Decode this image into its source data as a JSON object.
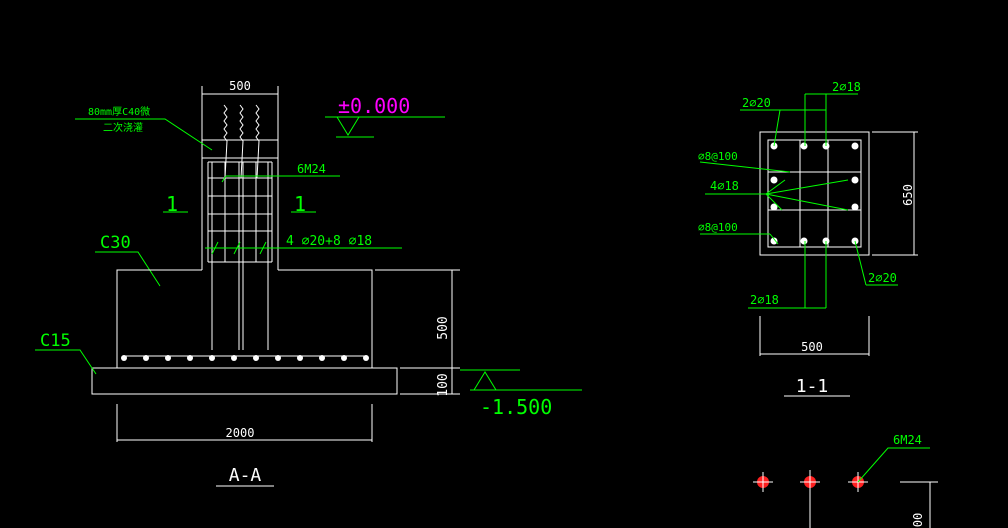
{
  "colors": {
    "background": "#000000",
    "line": "#ffffff",
    "annotation": "#00ff00",
    "elevation_top": "#ff00ff",
    "anchor": "#ff2020"
  },
  "section_aa": {
    "title": "A-A",
    "top_width_dim": "500",
    "grout_note_line1": "80mm厚C40微",
    "grout_note_line2": "二次浇灌",
    "elevation_top": "±0.000",
    "anchor_bolts": "6M24",
    "cut_mark_left": "1",
    "cut_mark_right": "1",
    "pier_rebar": "4 ⌀20+8 ⌀18",
    "concrete_grade": "C30",
    "base_height_dim": "500",
    "blinding_height_dim": "100",
    "blinding_grade": "C15",
    "elevation_bottom": "-1.500",
    "base_width_dim": "2000"
  },
  "section_11": {
    "title": "1-1",
    "label_top_right": "2⌀18",
    "label_top_left": "2⌀20",
    "stirrup_top": "⌀8@100",
    "side_bars": "4⌀18",
    "stirrup_bottom": "⌀8@100",
    "label_bottom_right": "2⌀20",
    "label_bottom_left": "2⌀18",
    "width_dim": "500",
    "height_dim": "650"
  },
  "bolt_plan": {
    "label": "6M24",
    "dim_partial": "00"
  }
}
